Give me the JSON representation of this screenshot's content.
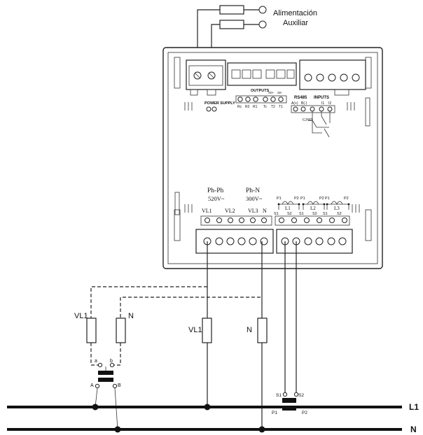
{
  "aux_supply": {
    "line1": "Alimentación",
    "line2": "Auxiliar"
  },
  "device": {
    "power_supply": "POWER SUPPLY",
    "outputs": {
      "title": "OUTPUTS",
      "subs": [
        "S0+",
        "S0-"
      ],
      "pins": [
        "Rc",
        "R2",
        "R1",
        "Tc",
        "T2",
        "T1"
      ]
    },
    "rs485": {
      "title": "RS485",
      "pins": [
        "A(+)",
        "B(-)"
      ]
    },
    "inputs": {
      "title": "INPUTS",
      "pins": [
        "I1",
        "I2"
      ],
      "gnd": "GND"
    },
    "voltage": {
      "phph": "Ph-Ph",
      "phph_val": "520V~",
      "phn": "Ph-N",
      "phn_val": "300V~",
      "terms": [
        "VL1",
        "VL2",
        "VL3",
        "N"
      ]
    },
    "current": {
      "terms": [
        "L1",
        "L2",
        "L3"
      ],
      "p1": "P1",
      "p2": "P2",
      "s1": "S1",
      "s2": "S2"
    }
  },
  "fuses": {
    "vl1_left": "VL1",
    "n_left": "N",
    "vl1_mid": "VL1",
    "n_mid": "N"
  },
  "vt": {
    "a": "a",
    "b": "b",
    "A": "A",
    "B": "B"
  },
  "ct": {
    "s1": "S1",
    "s2": "S2",
    "p1": "P1",
    "p2": "P2"
  },
  "bus": {
    "l1": "L1",
    "n": "N"
  }
}
